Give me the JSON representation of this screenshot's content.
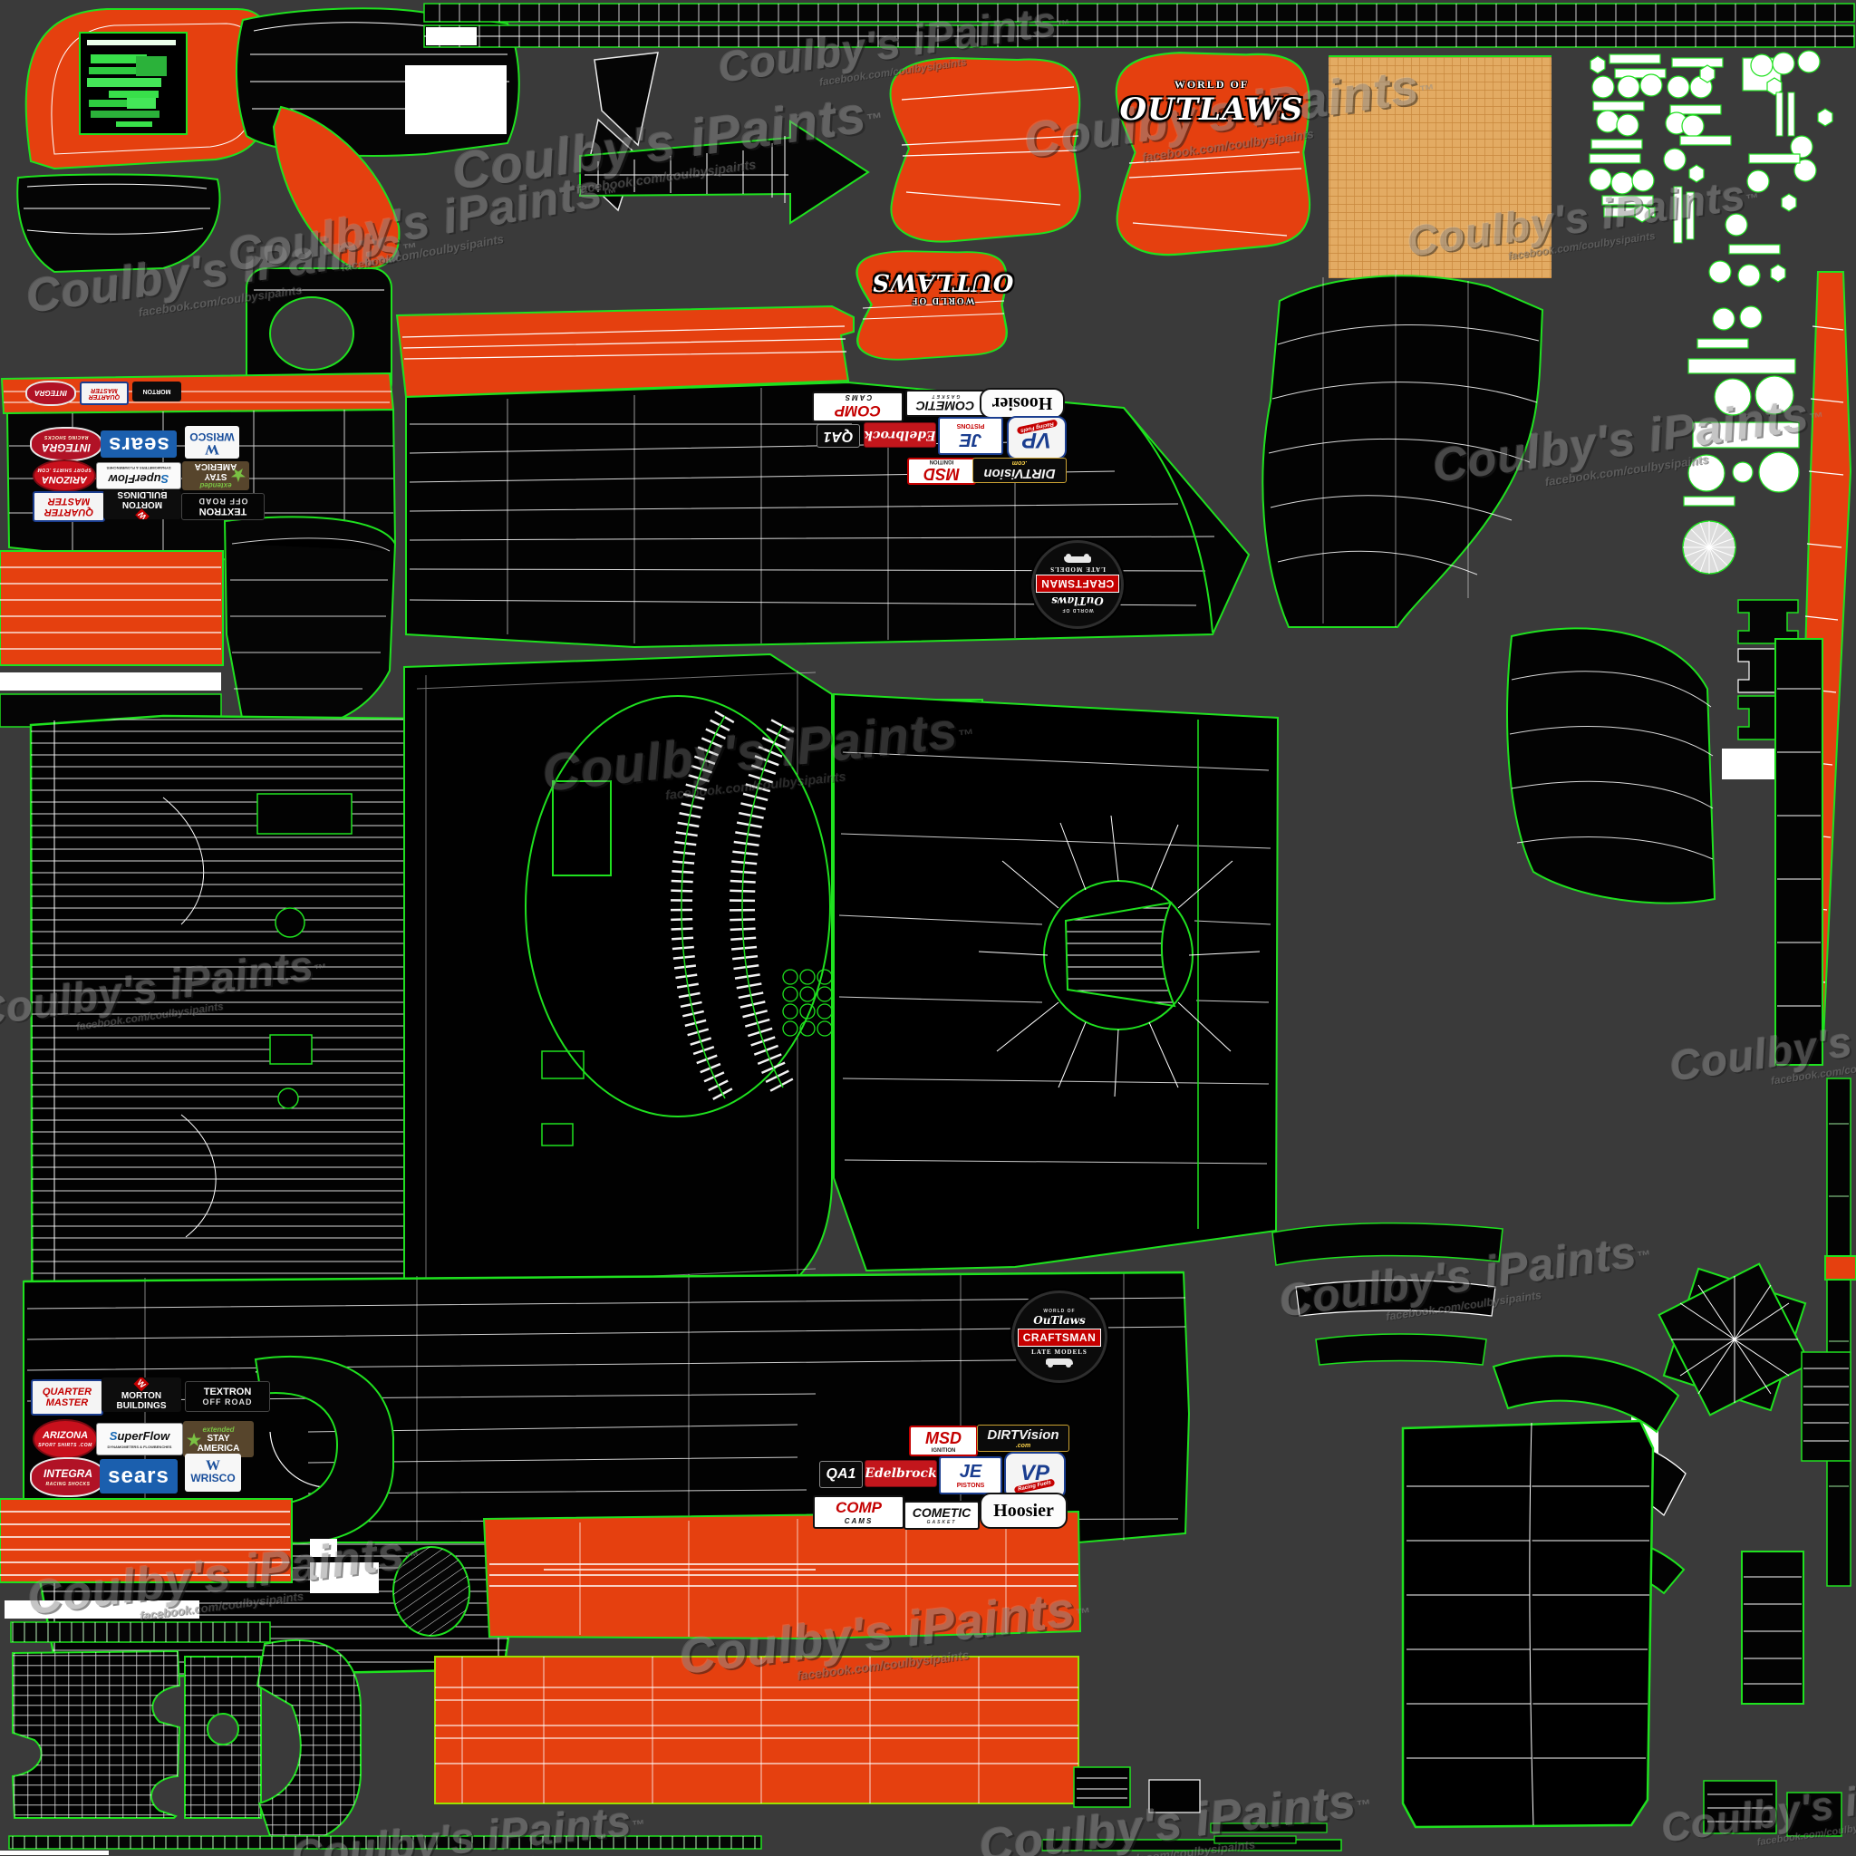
{
  "meta": {
    "description": "Dirt late model racing 2048x2048 paint texture / UV template, orange-black scheme",
    "colors": {
      "background": "#3a3a3a",
      "piece_black": "#050505",
      "accent_orange": "#e5400f",
      "wire_green": "#1fe11f",
      "wire_white": "#ffffff",
      "tan_swatch": "#e3ab63",
      "watermark_gray": "#8d8d8d"
    }
  },
  "watermark": {
    "text": "Coulby's iPaints",
    "tm": "™",
    "sub": "facebook.com/coulbysipaints"
  },
  "logos": {
    "world_of_outlaws": {
      "top": "WORLD OF",
      "main": "OUTLAWS"
    },
    "craftsman": {
      "arc_small": "WORLD OF",
      "arc": "OuTlaws",
      "main": "CRAFTSMAN",
      "sub": "LATE MODELS"
    }
  },
  "sponsors": {
    "quarter_master": {
      "l1": "QUARTER",
      "l2": "MASTER"
    },
    "morton": {
      "icon": "W",
      "l1": "MORTON",
      "l2": "BUILDINGS"
    },
    "textron": {
      "l1": "TEXTRON",
      "l2": "OFF ROAD"
    },
    "arizona": {
      "l1": "ARIZONA",
      "l2": "SPORT SHIRTS .COM"
    },
    "superflow": {
      "l1": "SuperFlow",
      "sub": "DYNAMOMETERS & FLOWBENCHES"
    },
    "stay_america": {
      "star": "★",
      "l1": "extended",
      "l2": "STAY",
      "l3": "AMERICA"
    },
    "integra": {
      "l1": "INTEGRA",
      "l2": "RACING SHOCKS"
    },
    "sears": {
      "l1": "sears"
    },
    "wrisco": {
      "icon": "W",
      "l1": "WRISCO"
    },
    "msd": {
      "l1": "MSD",
      "sub": "IGNITION"
    },
    "dirtvision": {
      "l1": "DIRTVision",
      "sub": ".com"
    },
    "qa1": {
      "l1": "QA1"
    },
    "edelbrock": {
      "l1": "Edelbrock"
    },
    "je": {
      "l1": "JE",
      "sub": "PISTONS"
    },
    "vp": {
      "l1": "VP",
      "sub": "Racing Fuels"
    },
    "comp": {
      "l1": "COMP",
      "l2": "CAMS"
    },
    "cometic": {
      "l1": "COMETIC",
      "sub": "GASKET"
    },
    "hoosier": {
      "l1": "Hoosier"
    }
  }
}
